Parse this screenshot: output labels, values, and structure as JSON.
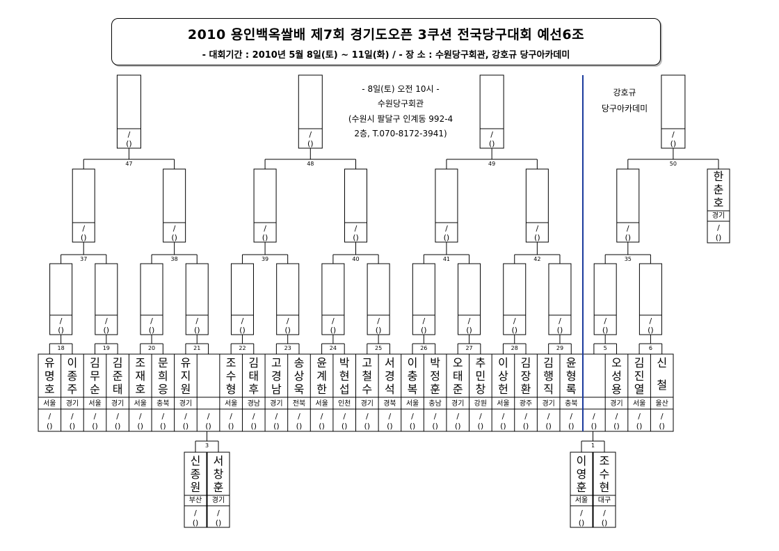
{
  "header": {
    "title": "2010 용인백옥쌀배 제7회 경기도오픈 3쿠션 전국당구대회 예선6조",
    "subtitle": "- 대회기간 : 2010년 5월 8일(토) ~ 11일(화)  /  - 장 소 : 수원당구회관, 강호규 당구아카데미"
  },
  "venue_note": [
    "- 8일(토) 오전 10시 -",
    "수원당구회관",
    "(수원시 팔달구 인계동 992-4",
    "2층, T.070-8172-3941)"
  ],
  "venue_note2": [
    "강호규",
    "당구아카데미"
  ],
  "score_mark": "/",
  "score_paren": "()",
  "players": [
    {
      "name": "유명호",
      "region": "서울"
    },
    {
      "name": "이종주",
      "region": "경기"
    },
    {
      "name": "김무순",
      "region": "서울"
    },
    {
      "name": "김준태",
      "region": "경기"
    },
    {
      "name": "조재호",
      "region": "서울"
    },
    {
      "name": "문희응",
      "region": "충북"
    },
    {
      "name": "유지원",
      "region": "경기"
    },
    {
      "name": "",
      "region": ""
    },
    {
      "name": "조수형",
      "region": "서울"
    },
    {
      "name": "김태후",
      "region": "경남"
    },
    {
      "name": "고경남",
      "region": "경기"
    },
    {
      "name": "송상욱",
      "region": "전북"
    },
    {
      "name": "윤계한",
      "region": "서울"
    },
    {
      "name": "박현섭",
      "region": "인천"
    },
    {
      "name": "고철수",
      "region": "경기"
    },
    {
      "name": "서경석",
      "region": "경북"
    },
    {
      "name": "이충복",
      "region": "서울"
    },
    {
      "name": "박정훈",
      "region": "충남"
    },
    {
      "name": "오태준",
      "region": "경기"
    },
    {
      "name": "추민창",
      "region": "강원"
    },
    {
      "name": "이상헌",
      "region": "서울"
    },
    {
      "name": "김장환",
      "region": "광주"
    },
    {
      "name": "김행직",
      "region": "경기"
    },
    {
      "name": "윤형록",
      "region": "충북"
    },
    {
      "name": "",
      "region": ""
    },
    {
      "name": "오성용",
      "region": "경기"
    },
    {
      "name": "김진열",
      "region": "서울"
    },
    {
      "name": "신철",
      "region": "울산"
    }
  ],
  "match_numbers": {
    "r1": [
      "18",
      "19",
      "20",
      "21",
      "22",
      "23",
      "24",
      "25",
      "26",
      "27",
      "28",
      "29",
      "5",
      "6"
    ],
    "r2": [
      "37",
      "38",
      "39",
      "40",
      "41",
      "42",
      "35"
    ],
    "r3": [
      "47",
      "48",
      "49",
      "50"
    ],
    "pre": [
      "3",
      "1"
    ]
  },
  "prelim_players": [
    {
      "name": "신종원",
      "region": "부산"
    },
    {
      "name": "서창훈",
      "region": "경기"
    },
    {
      "name": "이영훈",
      "region": "서울"
    },
    {
      "name": "조수현",
      "region": "대구"
    }
  ],
  "bye_player": {
    "name": "한춘호",
    "region": "경기"
  }
}
